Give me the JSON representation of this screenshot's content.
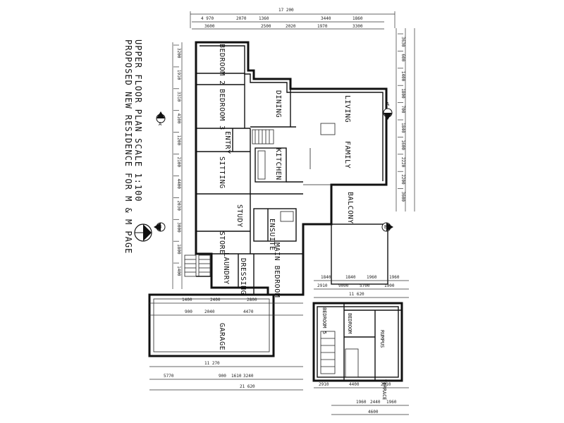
{
  "title": {
    "line1": "PROPOSED  NEW RESIDENCE  FOR  M & M  PAGE",
    "line2": "UPPER  FLOOR  PLAN",
    "scale": "SCALE 1:100"
  },
  "rooms": {
    "bedroom2": "BEDROOM 2",
    "bedroom3": "BEDROOM 3",
    "dining": "DINING",
    "living": "LIVING",
    "family": "FAMILY",
    "kitchen": "KITCHEN",
    "entry": "ENTRY",
    "sitting": "SITTING",
    "balcony": "BALCONY",
    "study": "STUDY",
    "store": "STORE",
    "ensuite": "ENSUITE",
    "main_bedroom": "MAIN BEDROOM",
    "laundry": "LAUNDRY",
    "dressing": "DRESSING",
    "garage": "GARAGE",
    "bedroom5": "BEDROOM 5",
    "bedroom4": "BEDROOM",
    "rumpus": "RUMPUS",
    "terrace": "TERRACE"
  },
  "dimensions": {
    "top_total": "17 200",
    "top_row1": [
      "4 970",
      "2070",
      "1360",
      "3440",
      "1860"
    ],
    "top_row2": [
      "3600",
      "2500",
      "2020",
      "1970",
      "3300"
    ],
    "bottom_total": "21 620",
    "bottom_row1": [
      "11 270"
    ],
    "bottom_row2": [
      "5770",
      "900",
      "1610",
      "3240"
    ],
    "garage_row1": [
      "1400",
      "2400",
      "2800"
    ],
    "garage_row2": [
      "900",
      "2040",
      "4470"
    ],
    "annex_top": [
      "1840",
      "1840",
      "1960",
      "1960"
    ],
    "annex_row2": [
      "2910",
      "9000",
      "5700",
      "1900"
    ],
    "annex_total": "11 620",
    "annex_bottom": [
      "2910",
      "4400",
      "2910"
    ],
    "annex_bottom2": [
      "1960",
      "2440",
      "1960"
    ],
    "annex_bottom_total": "4600",
    "left_col": [
      "3200",
      "1910",
      "3310",
      "4100",
      "1200",
      "2100",
      "4400",
      "2030",
      "3000",
      "1800",
      "1400"
    ],
    "right_col": [
      "3630",
      "600",
      "1400",
      "1800",
      "700",
      "1840",
      "1600",
      "2220",
      "2200",
      "3600"
    ]
  },
  "section_markers": [
    "A",
    "A",
    "B",
    "B"
  ]
}
